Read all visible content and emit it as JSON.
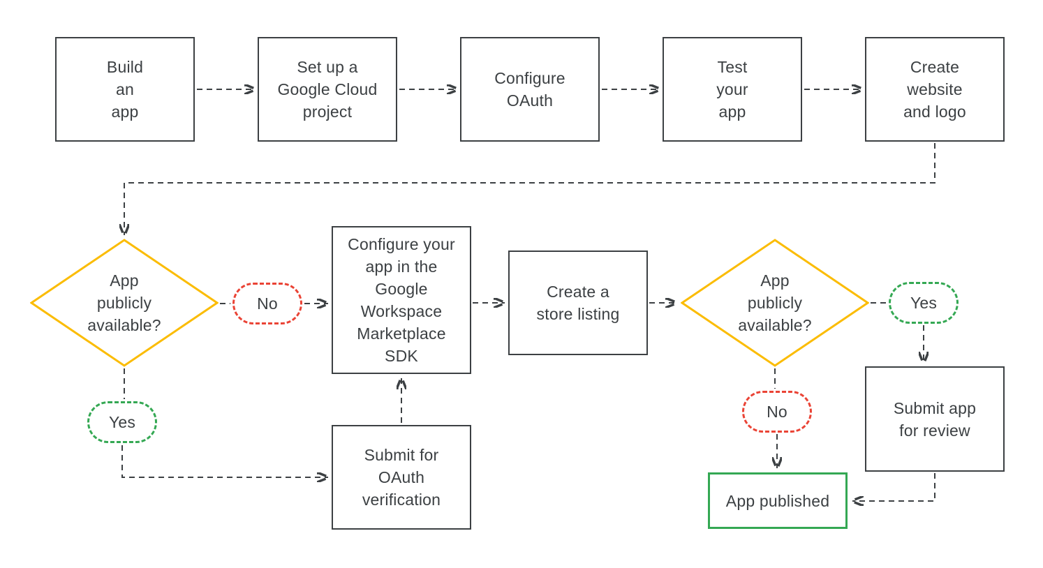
{
  "diagram": {
    "type": "flowchart",
    "colors": {
      "outline": "#3C4043",
      "text": "#3C4043",
      "decision_yellow": "#FBBC04",
      "no_red": "#EA4335",
      "yes_green": "#34A853",
      "published_green": "#34A853",
      "background": "#FFFFFF"
    },
    "nodes": {
      "build_app": {
        "label": "Build\nan\napp"
      },
      "cloud_project": {
        "label": "Set up a\nGoogle Cloud\nproject"
      },
      "configure_oauth": {
        "label": "Configure\nOAuth"
      },
      "test_app": {
        "label": "Test\nyour\napp"
      },
      "create_website": {
        "label": "Create\nwebsite\nand logo"
      },
      "decision1": {
        "label": "App\npublicly\navailable?"
      },
      "no1": {
        "label": "No"
      },
      "yes1": {
        "label": "Yes"
      },
      "configure_sdk": {
        "label": "Configure your\napp in the\nGoogle\nWorkspace\nMarketplace\nSDK"
      },
      "oauth_verification": {
        "label": "Submit for\nOAuth\nverification"
      },
      "store_listing": {
        "label": "Create a\nstore listing"
      },
      "decision2": {
        "label": "App\npublicly\navailable?"
      },
      "yes2": {
        "label": "Yes"
      },
      "no2": {
        "label": "No"
      },
      "submit_review": {
        "label": "Submit app\nfor review"
      },
      "app_published": {
        "label": "App published"
      }
    }
  }
}
